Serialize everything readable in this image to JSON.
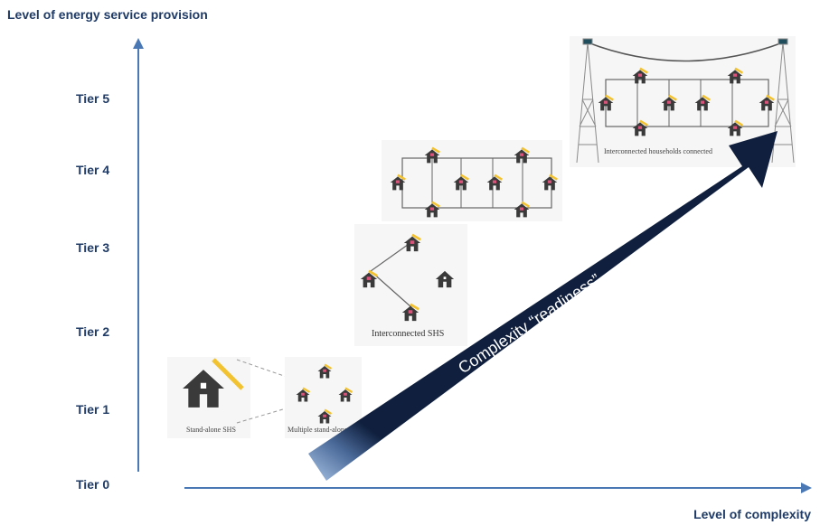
{
  "axes": {
    "y_title": "Level of energy service provision",
    "x_title": "Level of complexity",
    "tiers": [
      "Tier 5",
      "Tier 4",
      "Tier 3",
      "Tier 2",
      "Tier 1",
      "Tier 0"
    ]
  },
  "arrow_label": "Complexity “readiness”",
  "captions": {
    "standalone": "Stand-alone SHS",
    "multiple": "Multiple stand-alone",
    "interconnected": "Interconnected SHS",
    "grid": "Interconnected households connected"
  },
  "colors": {
    "axis": "#4a78b5",
    "label": "#1f3b66",
    "arrow_dark": "#0f1f3d",
    "solar": "#f2c230",
    "roof": "#d9537a"
  }
}
